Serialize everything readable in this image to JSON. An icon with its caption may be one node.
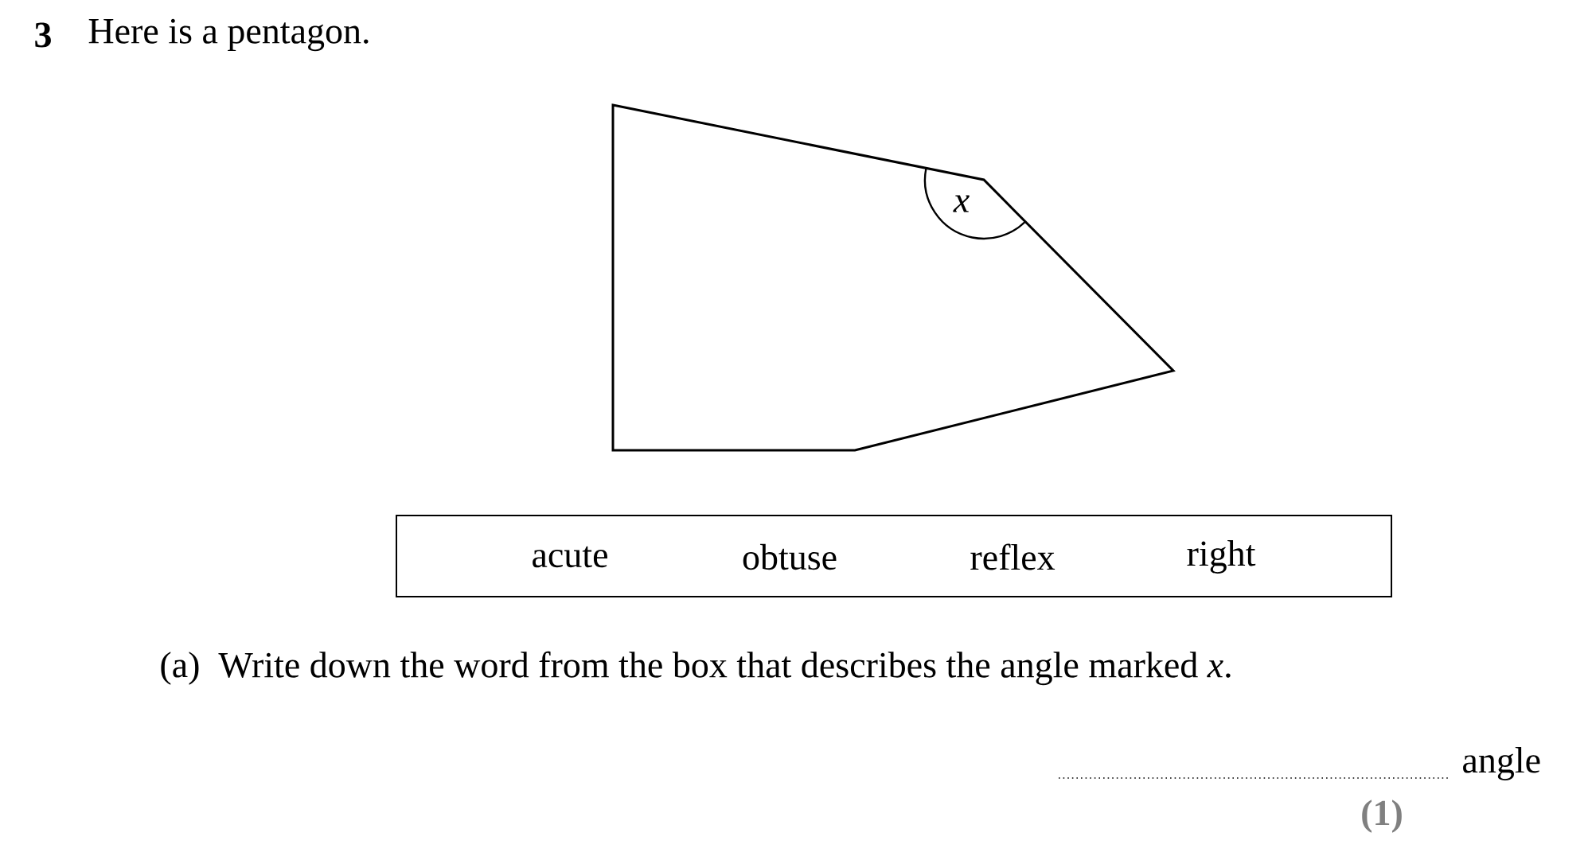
{
  "diagram": {
    "nodes": [
      {
        "text": [
          "x"
        ]
      },
      {
        "text": [
          "acute",
          "obtuse",
          "reflex",
          "right"
        ]
      }
    ],
    "edges": [],
    "labels": [
      "3",
      "Here is a pentagon.",
      "(a)",
      "Write down the word from the box that describes the angle marked *x*.",
      "angle",
      "(1)"
    ]
  }
}
